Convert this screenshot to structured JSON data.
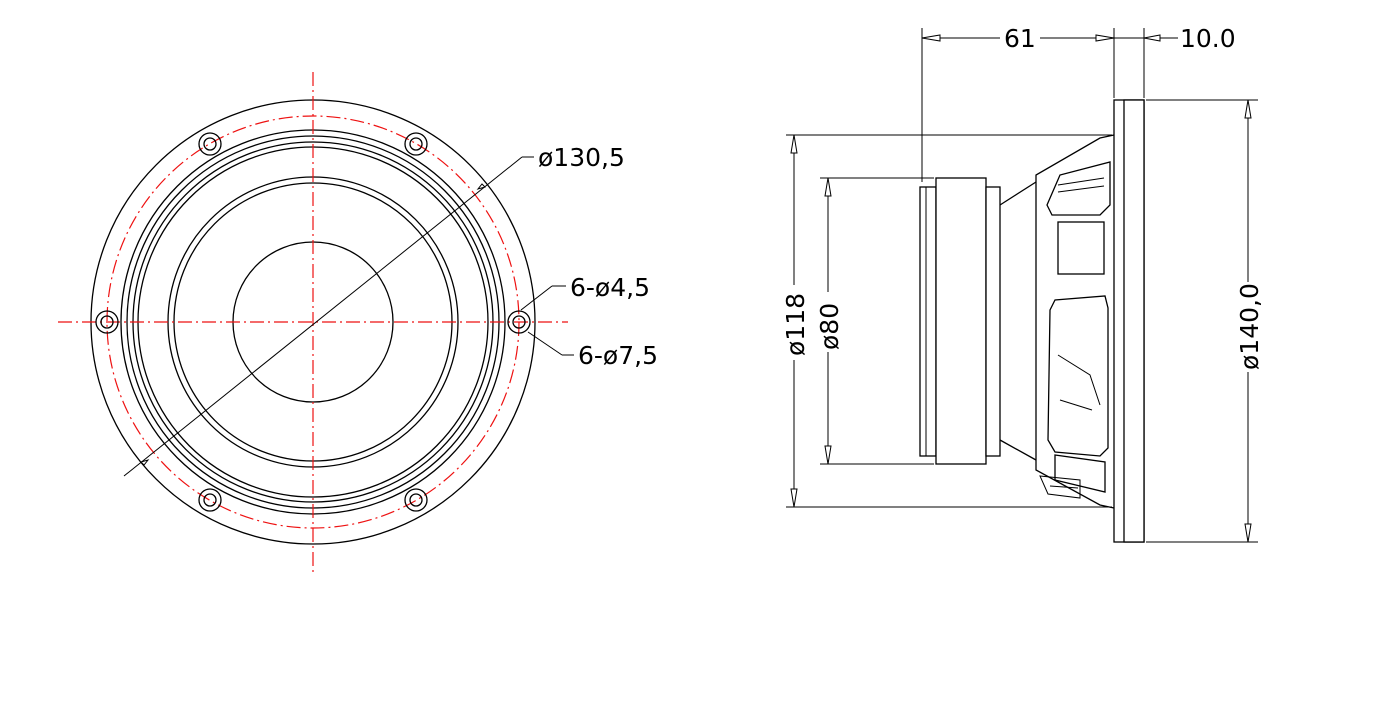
{
  "front_view": {
    "labels": {
      "mount_circle": "ø130,5",
      "hole_inner": "6-ø4,5",
      "hole_outer": "6-ø7,5"
    }
  },
  "side_view": {
    "labels": {
      "depth": "61",
      "flange_thickness": "10.0",
      "magnet_outer": "ø118",
      "magnet_inner": "ø80",
      "outer_diameter": "ø140,0"
    }
  },
  "colors": {
    "line": "#000000",
    "centerline": "#e11111",
    "background": "#ffffff"
  }
}
